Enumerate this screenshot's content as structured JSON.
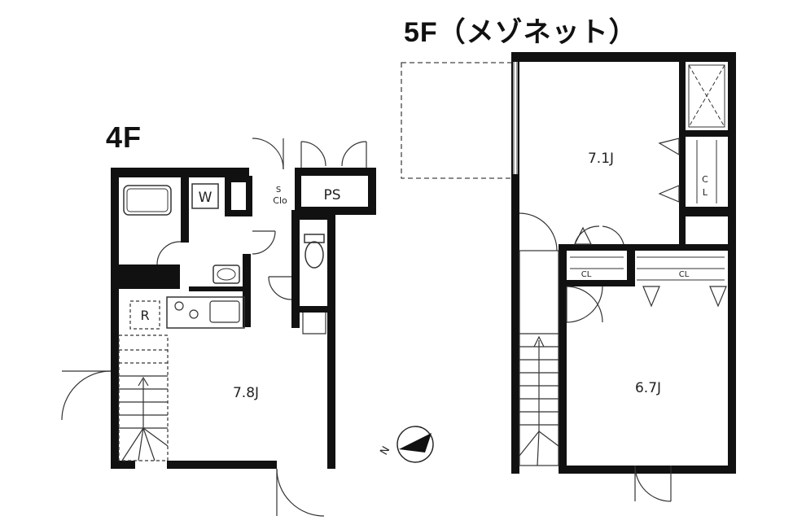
{
  "floors": [
    {
      "label": "4F",
      "rooms": [
        {
          "name": "main-room",
          "label": "7.8J"
        },
        {
          "name": "washer-space",
          "label": "W"
        },
        {
          "name": "shoe-closet",
          "label": "S\nClo"
        },
        {
          "name": "pipe-space",
          "label": "PS"
        },
        {
          "name": "refrigerator-space",
          "label": "R"
        }
      ]
    },
    {
      "label": "5F（メゾネット）",
      "rooms": [
        {
          "name": "upper-room",
          "label": "7.1J"
        },
        {
          "name": "lower-room",
          "label": "6.7J"
        },
        {
          "name": "closet-right",
          "label": "C\nL"
        },
        {
          "name": "closet-middle-a",
          "label": "CL"
        },
        {
          "name": "closet-middle-b",
          "label": "CL"
        }
      ]
    }
  ],
  "compass": {
    "label": "N"
  }
}
